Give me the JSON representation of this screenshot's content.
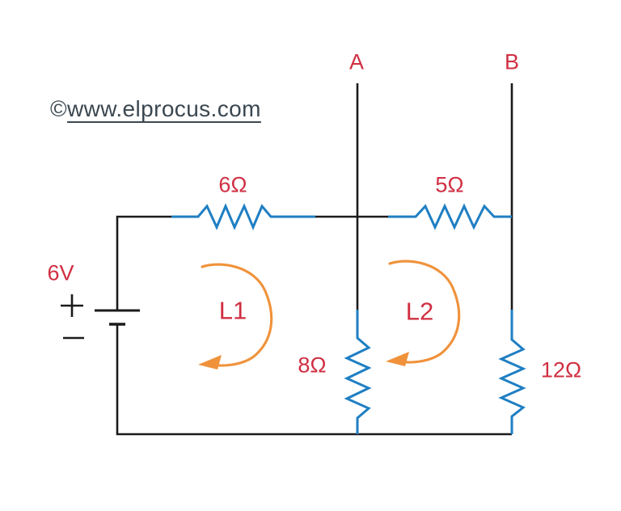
{
  "diagram": {
    "watermark": {
      "copyright_symbol": "©",
      "url": "www.elprocus.com"
    },
    "node_labels": {
      "a": "A",
      "b": "B"
    },
    "battery": {
      "voltage": "6V",
      "polarity_positive": "+",
      "polarity_negative": "−"
    },
    "resistors": {
      "r_6ohm": "6Ω",
      "r_5ohm": "5Ω",
      "r_8ohm": "8Ω",
      "r_12ohm": "12Ω"
    },
    "loop_labels": {
      "l1": "L1",
      "l2": "L2"
    }
  },
  "colors": {
    "wire": "#1b1b1b",
    "resistor": "#1f7fc3",
    "loop": "#f0923b",
    "label": "#d02f42",
    "watermark": "#3b4750",
    "background": "#ffffff"
  }
}
